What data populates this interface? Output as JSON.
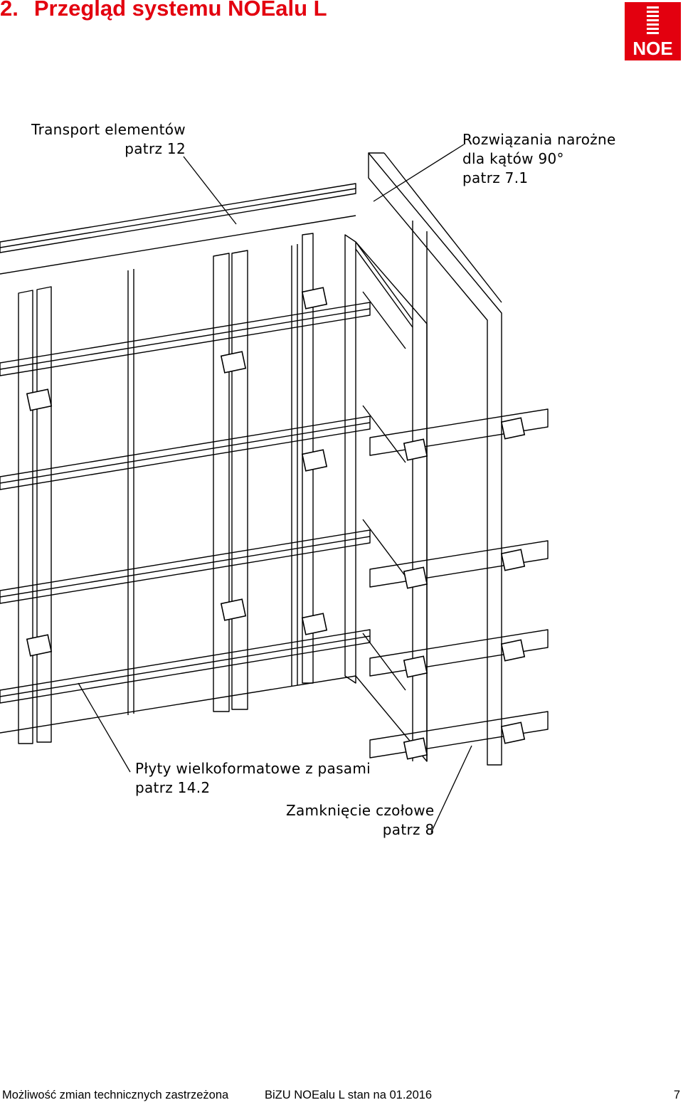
{
  "header": {
    "section_number": "2.",
    "title": "Przegląd systemu NOEalu L",
    "logo_text": "NOE",
    "brand_color": "#e3000f"
  },
  "callouts": {
    "transport": {
      "line1": "Transport elementów",
      "line2": "patrz 12"
    },
    "corner": {
      "line1": "Rozwiązania narożne",
      "line2": "dla kątów 90°",
      "line3": "patrz 7.1"
    },
    "panels": {
      "line1": "Płyty wielkoformatowe z pasami",
      "line2": "patrz 14.2"
    },
    "end": {
      "line1": "Zamknięcie czołowe",
      "line2": "patrz 8"
    }
  },
  "footer": {
    "note": "Możliwość zmian technicznych zastrzeżona",
    "doc": "BiZU NOEalu L stan na 01.2016",
    "page": "7"
  }
}
